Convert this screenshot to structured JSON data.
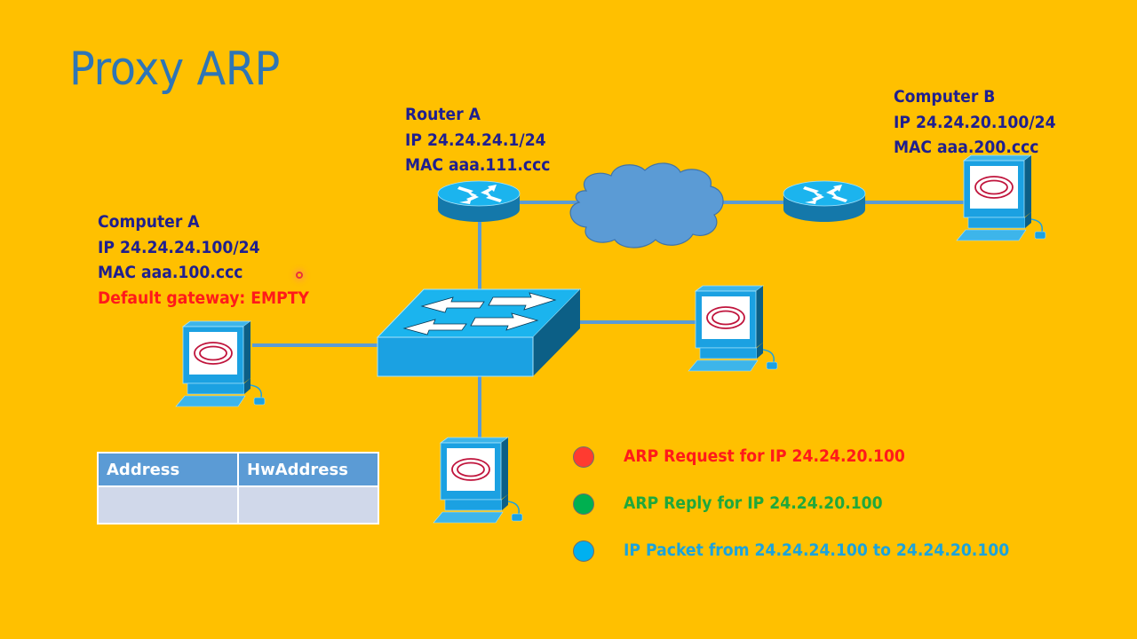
{
  "title": "Proxy ARP",
  "devices": {
    "computer_a": {
      "name": "Computer A",
      "ip": "IP 24.24.24.100/24",
      "mac": "MAC aaa.100.ccc",
      "gateway": "Default gateway: EMPTY"
    },
    "router_a": {
      "name": "Router A",
      "ip": "IP 24.24.24.1/24",
      "mac": "MAC aaa.111.ccc"
    },
    "computer_b": {
      "name": "Computer B",
      "ip": "IP 24.24.20.100/24",
      "mac": "MAC aaa.200.ccc"
    }
  },
  "arp_table": {
    "headers": [
      "Address",
      "HwAddress"
    ],
    "rows": [
      [
        "",
        ""
      ]
    ]
  },
  "legend": [
    {
      "label": "ARP Request for IP 24.24.20.100",
      "color": "#FF3B30",
      "text_color": "#FF1A1A"
    },
    {
      "label": "ARP Reply for IP 24.24.20.100",
      "color": "#00B050",
      "text_color": "#1FA83C"
    },
    {
      "label": "IP Packet from 24.24.24.100 to 24.24.20.100",
      "color": "#00B0F0",
      "text_color": "#1BA3DC"
    }
  ],
  "colors": {
    "background": "#FFC000",
    "title": "#2E75B6",
    "device_label": "#1F1F8F",
    "link": "#5B9BD5",
    "device_fill": "#1BA1E2",
    "cloud": "#5B9BD5"
  }
}
